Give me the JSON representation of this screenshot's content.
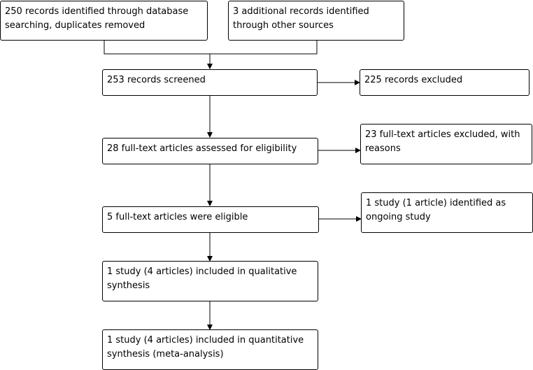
{
  "boxes": {
    "identified_db": {
      "line1": "250 records identified through database",
      "line2": "searching, duplicates removed"
    },
    "identified_other": {
      "line1": "3 additional records identified",
      "line2": "through other sources"
    },
    "screened": {
      "line1": "253 records screened"
    },
    "excluded_screen": {
      "line1": "225 records excluded"
    },
    "fulltext_assessed": {
      "line1": "28 full-text articles assessed for eligibility"
    },
    "fulltext_excluded": {
      "line1": "23 full-text articles excluded, with",
      "line2": "reasons"
    },
    "eligible": {
      "line1": "5 full-text articles were eligible"
    },
    "ongoing": {
      "line1": "1 study (1 article) identified as",
      "line2": "ongoing study"
    },
    "qualitative": {
      "line1": "1 study (4 articles) included in qualitative",
      "line2": "synthesis"
    },
    "quantitative": {
      "line1": "1 study (4 articles) included in quantitative",
      "line2": "synthesis (meta-analysis)"
    }
  }
}
